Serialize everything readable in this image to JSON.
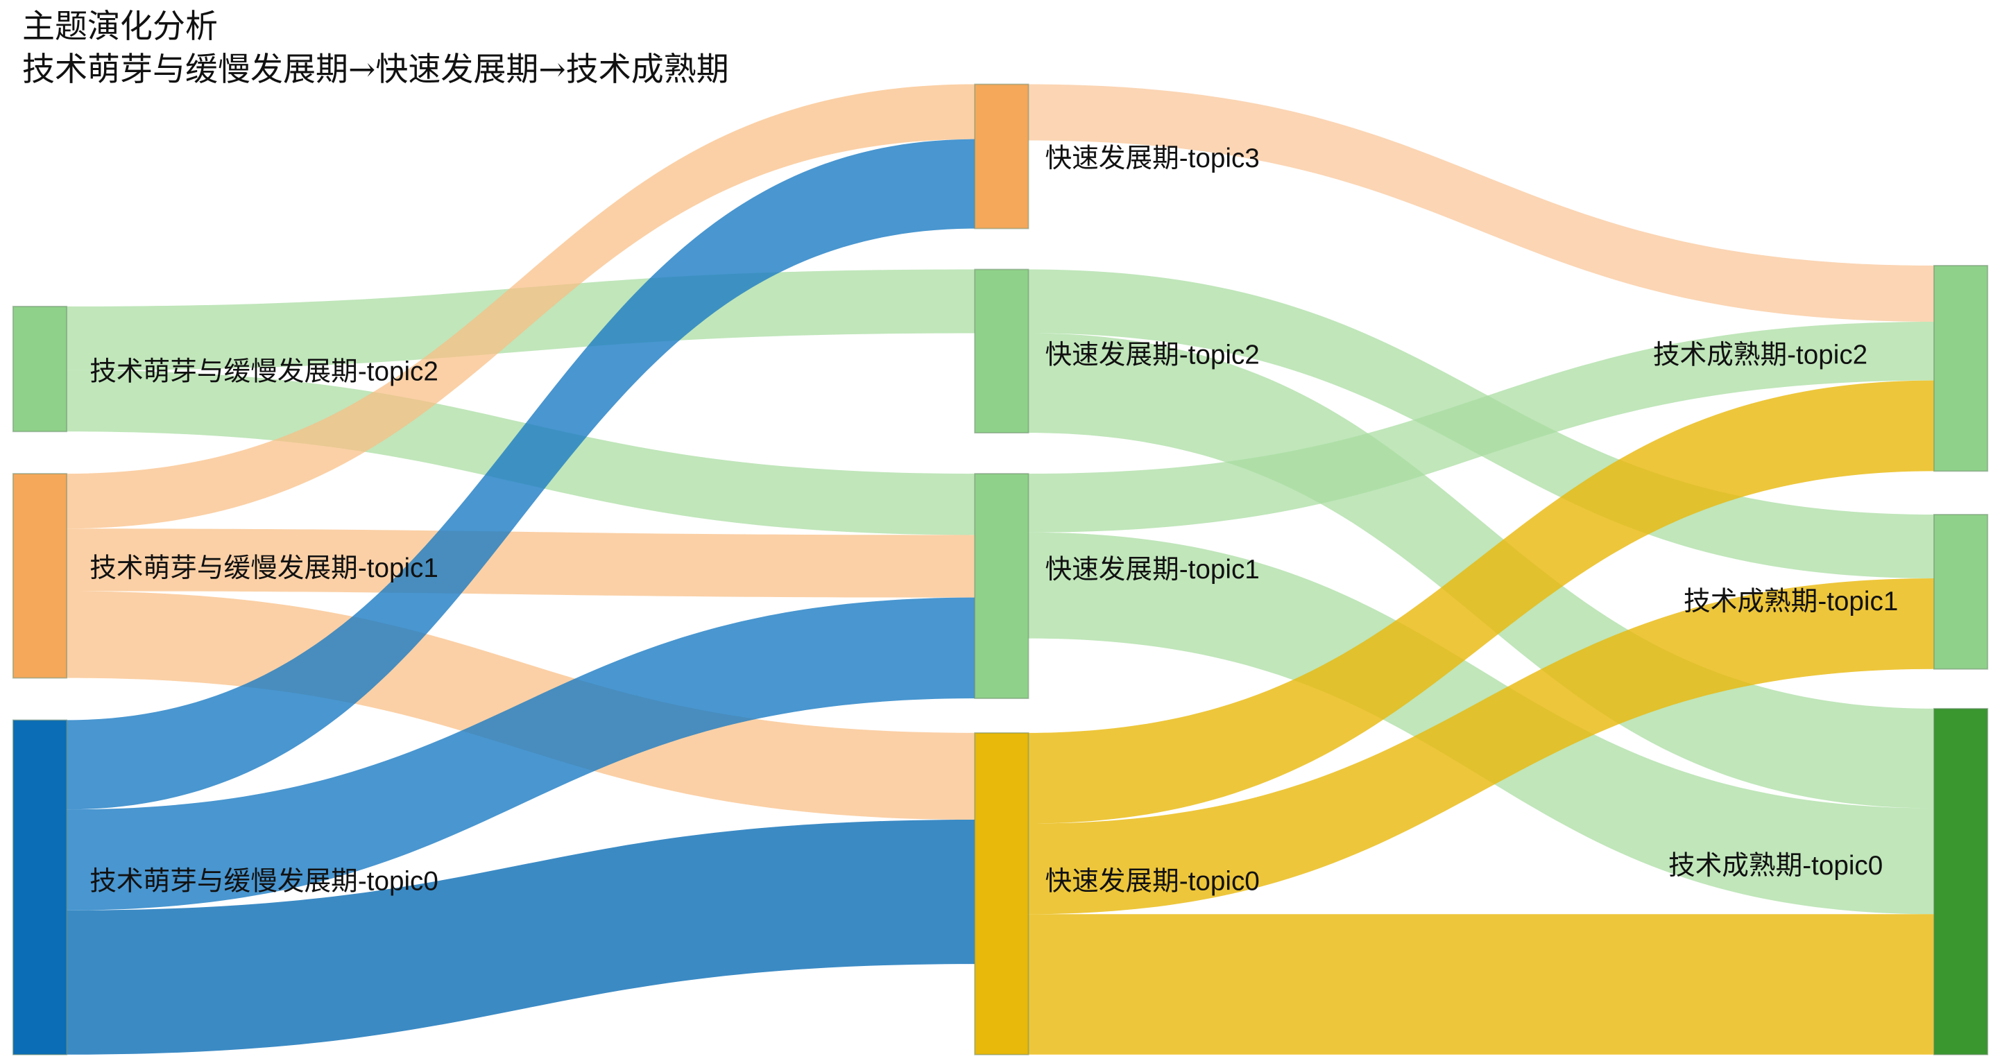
{
  "title": "主题演化分析",
  "subtitle": "技术萌芽与缓慢发展期→快速发展期→技术成熟期",
  "chart_data": {
    "type": "sankey",
    "title": "主题演化分析",
    "subtitle": "技术萌芽与缓慢发展期→快速发展期→技术成熟期",
    "stages": [
      "技术萌芽与缓慢发展期",
      "快速发展期",
      "技术成熟期"
    ],
    "nodes": [
      {
        "id": "L2",
        "stage": 0,
        "label": "技术萌芽与缓慢发展期-topic2",
        "color": "#8FD18A"
      },
      {
        "id": "L1",
        "stage": 0,
        "label": "技术萌芽与缓慢发展期-topic1",
        "color": "#F5A85A"
      },
      {
        "id": "L0",
        "stage": 0,
        "label": "技术萌芽与缓慢发展期-topic0",
        "color": "#0A6DB5"
      },
      {
        "id": "M3",
        "stage": 1,
        "label": "快速发展期-topic3",
        "color": "#F5A85A"
      },
      {
        "id": "M2",
        "stage": 1,
        "label": "快速发展期-topic2",
        "color": "#8FD18A"
      },
      {
        "id": "M1",
        "stage": 1,
        "label": "快速发展期-topic1",
        "color": "#8FD18A"
      },
      {
        "id": "M0",
        "stage": 1,
        "label": "快速发展期-topic0",
        "color": "#E8B80A"
      },
      {
        "id": "R2",
        "stage": 2,
        "label": "技术成熟期-topic2",
        "color": "#8FD18A"
      },
      {
        "id": "R1",
        "stage": 2,
        "label": "技术成熟期-topic1",
        "color": "#8FD18A"
      },
      {
        "id": "R0",
        "stage": 2,
        "label": "技术成熟期-topic0",
        "color": "#3A962F"
      }
    ],
    "links": [
      {
        "source": "L2",
        "target": "M2",
        "value": 50,
        "color": "#A8DCA0"
      },
      {
        "source": "L2",
        "target": "M1",
        "value": 48,
        "color": "#A8DCA0"
      },
      {
        "source": "L1",
        "target": "M3",
        "value": 43,
        "color": "#F9BE84"
      },
      {
        "source": "L1",
        "target": "M1",
        "value": 49,
        "color": "#F9BE84"
      },
      {
        "source": "L1",
        "target": "M0",
        "value": 68,
        "color": "#F9BE84"
      },
      {
        "source": "L0",
        "target": "M3",
        "value": 70,
        "color": "#1C7CC4"
      },
      {
        "source": "L0",
        "target": "M1",
        "value": 79,
        "color": "#1C7CC4"
      },
      {
        "source": "L0",
        "target": "M0",
        "value": 113,
        "color": "#0A6DB5"
      },
      {
        "source": "M3",
        "target": "R2",
        "value": 44,
        "color": "#F9C597"
      },
      {
        "source": "M2",
        "target": "R1",
        "value": 50,
        "color": "#A8DCA0"
      },
      {
        "source": "M2",
        "target": "R0",
        "value": 78,
        "color": "#A8DCA0"
      },
      {
        "source": "M1",
        "target": "R2",
        "value": 46,
        "color": "#A8DCA0"
      },
      {
        "source": "M1",
        "target": "R0",
        "value": 83,
        "color": "#A8DCA0"
      },
      {
        "source": "M0",
        "target": "R2",
        "value": 71,
        "color": "#E8B80A"
      },
      {
        "source": "M0",
        "target": "R1",
        "value": 71,
        "color": "#E8B80A"
      },
      {
        "source": "M0",
        "target": "R0",
        "value": 110,
        "color": "#E8B80A"
      }
    ]
  }
}
